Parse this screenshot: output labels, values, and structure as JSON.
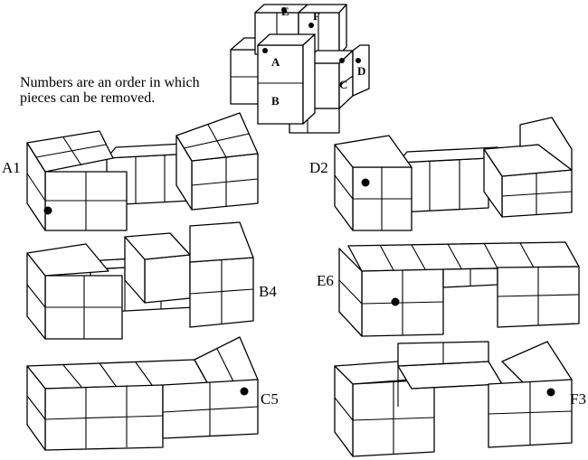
{
  "caption": [
    "Numbers are an order in which",
    "pieces can be removed."
  ],
  "assembly_labels": [
    "A",
    "B",
    "C",
    "D",
    "E",
    "F"
  ],
  "pieces": [
    {
      "label": "A1"
    },
    {
      "label": "B4"
    },
    {
      "label": "C5"
    },
    {
      "label": "D2"
    },
    {
      "label": "E6"
    },
    {
      "label": "F3"
    }
  ]
}
